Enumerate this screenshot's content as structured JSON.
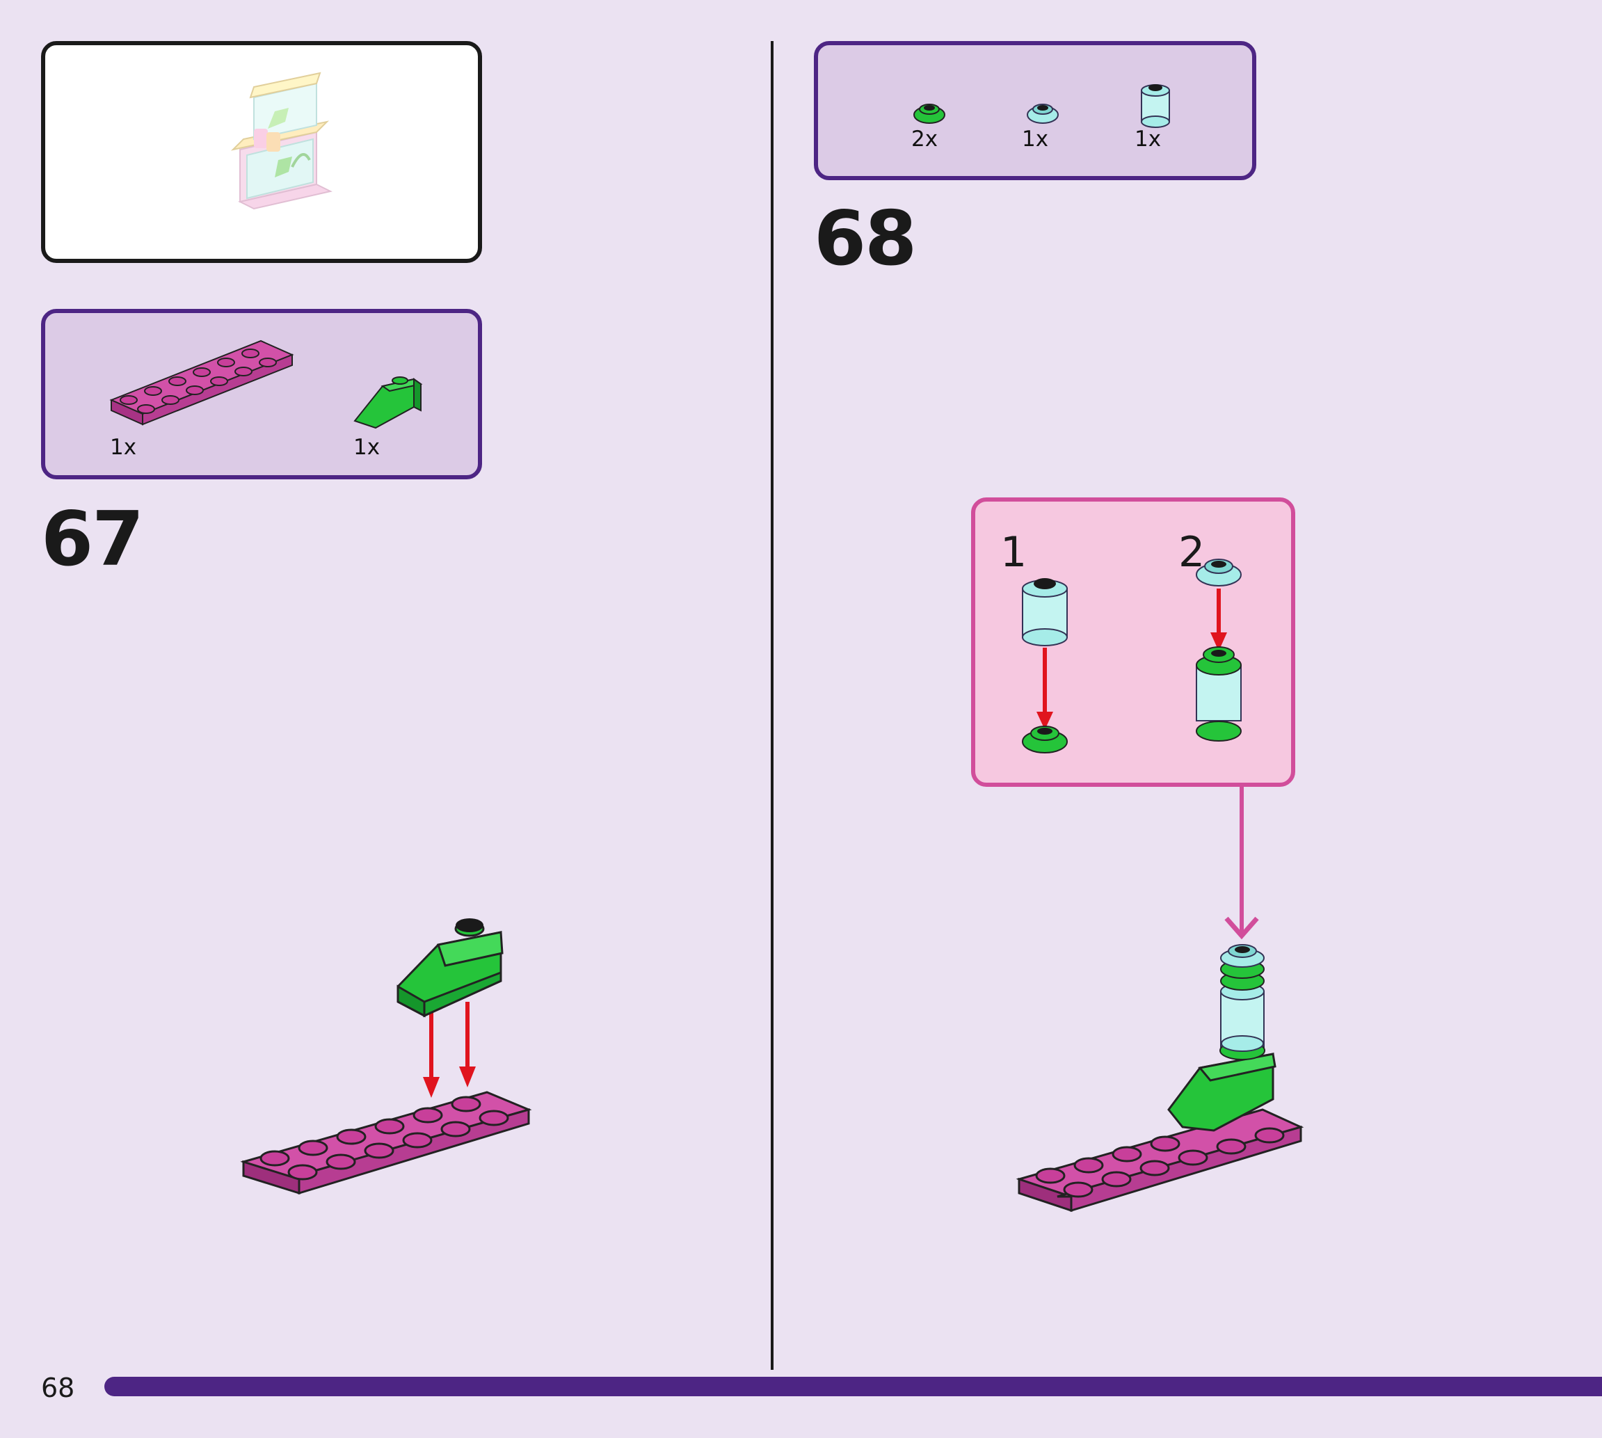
{
  "page": {
    "number": "68"
  },
  "colors": {
    "background": "#ebe2f2",
    "parts_box_fill": "#dccbe6",
    "parts_box_border": "#4d2584",
    "callout_fill": "#f6c8e0",
    "callout_border": "#d14e9b",
    "magenta_brick": "#c83f9a",
    "green_brick": "#25c43a",
    "trans_light_blue": "#a6ece8",
    "arrow_red": "#e0141e",
    "arrow_pink": "#d14e9b"
  },
  "step67": {
    "number": "67",
    "parts": [
      {
        "name": "magenta plate 2x6",
        "qty": "1x"
      },
      {
        "name": "green slope 1x2",
        "qty": "1x"
      }
    ]
  },
  "step68": {
    "number": "68",
    "parts": [
      {
        "name": "green round plate 1x1",
        "qty": "2x"
      },
      {
        "name": "trans light blue round plate 1x1",
        "qty": "1x"
      },
      {
        "name": "trans light blue round brick 1x1",
        "qty": "1x"
      }
    ],
    "substeps": [
      "1",
      "2"
    ]
  }
}
